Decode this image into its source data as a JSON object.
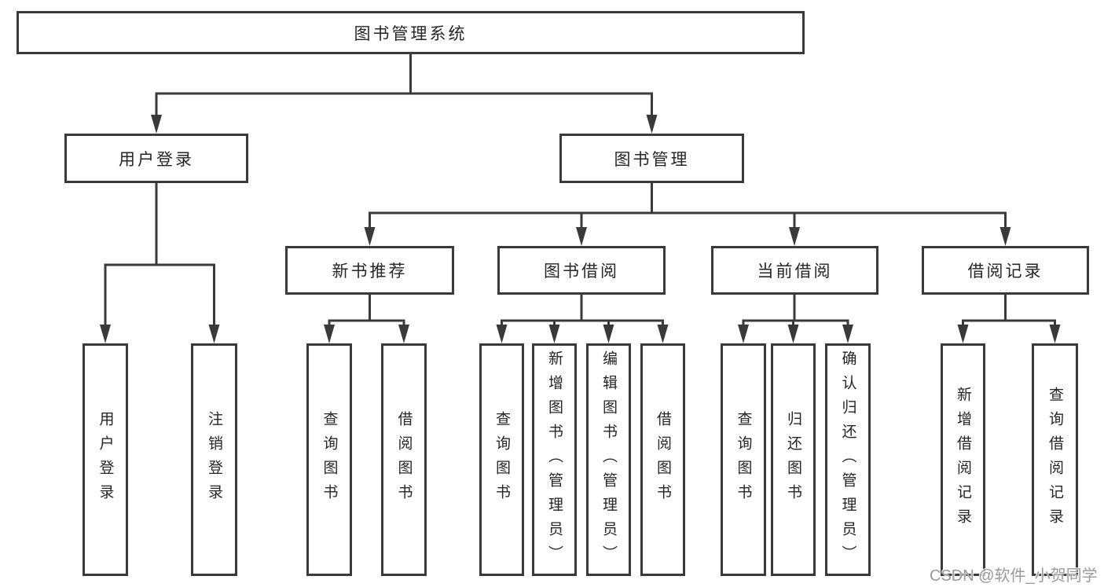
{
  "root": {
    "label": "图书管理系统"
  },
  "level2": {
    "user_login": "用户登录",
    "book_management": "图书管理"
  },
  "level3": {
    "new_book_recommend": "新书推荐",
    "book_borrowing": "图书借阅",
    "current_borrowing": "当前借阅",
    "borrowing_records": "借阅记录"
  },
  "leaves": {
    "user_login": "用户登录",
    "logout": "注销登录",
    "recommend_query_books": "查询图书",
    "recommend_borrow_books": "借阅图书",
    "borrowing_query_books": "查询图书",
    "borrowing_add_books_admin": "新增图书（管理员）",
    "borrowing_edit_books_admin": "编辑图书（管理员）",
    "borrowing_borrow_books": "借阅图书",
    "current_query_books": "查询图书",
    "current_return_books": "归还图书",
    "current_confirm_return_admin": "确认归还（管理员）",
    "records_add_record": "新增借阅记录",
    "records_query_record": "查询借阅记录"
  },
  "watermark": {
    "text": "CSDN @软件_小贺同学"
  },
  "colors": {
    "line": "#3a3a3a",
    "box_border": "#3a3a3a",
    "box_fill": "#ffffff",
    "text": "#262626",
    "background": "#ffffff",
    "watermark": "#9a9a9a"
  }
}
